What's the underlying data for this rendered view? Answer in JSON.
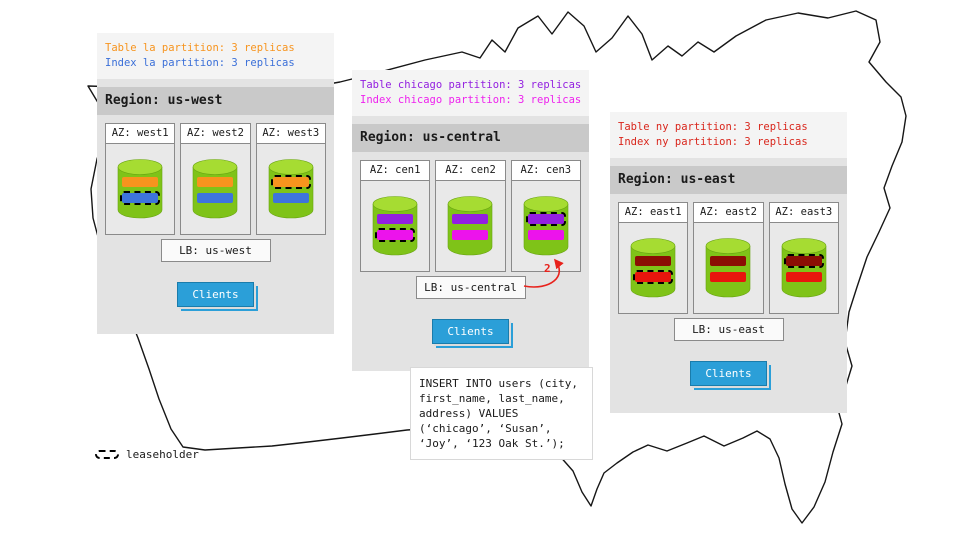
{
  "legend": {
    "label": "leaseholder"
  },
  "sql_note": "INSERT INTO users (city, first_name, last_name, address) VALUES (‘chicago’, ‘Susan’, ‘Joy’, ‘123 Oak St.’);",
  "arrow": {
    "label": "2",
    "color": "#e8221c"
  },
  "regions": [
    {
      "title": "Region: us-west",
      "notes": [
        {
          "text": "Table la partition: 3 replicas",
          "color": "#f7941e"
        },
        {
          "text": "Index la partition: 3 replicas",
          "color": "#3a6fd8"
        }
      ],
      "table_color": "#f7941e",
      "index_color": "#3e74dc",
      "lb": "LB: us-west",
      "clients": "Clients",
      "azs": [
        {
          "label": "AZ: west1",
          "table_lease": false,
          "index_lease": true
        },
        {
          "label": "AZ: west2",
          "table_lease": false,
          "index_lease": false
        },
        {
          "label": "AZ: west3",
          "table_lease": true,
          "index_lease": false
        }
      ]
    },
    {
      "title": "Region: us-central",
      "notes": [
        {
          "text": "Table chicago partition: 3 replicas",
          "color": "#9320e0"
        },
        {
          "text": "Index chicago partition: 3 replicas",
          "color": "#ee22ee"
        }
      ],
      "table_color": "#9320e0",
      "index_color": "#ec13ec",
      "lb": "LB: us-central",
      "clients": "Clients",
      "azs": [
        {
          "label": "AZ: cen1",
          "table_lease": false,
          "index_lease": true
        },
        {
          "label": "AZ: cen2",
          "table_lease": false,
          "index_lease": false
        },
        {
          "label": "AZ: cen3",
          "table_lease": true,
          "index_lease": false
        }
      ]
    },
    {
      "title": "Region: us-east",
      "notes": [
        {
          "text": "Table ny partition: 3 replicas",
          "color": "#d9261c"
        },
        {
          "text": "Index ny partition: 3 replicas",
          "color": "#d9261c"
        }
      ],
      "table_color": "#8b0e04",
      "index_color": "#e8150d",
      "lb": "LB: us-east",
      "clients": "Clients",
      "azs": [
        {
          "label": "AZ: east1",
          "table_lease": false,
          "index_lease": true
        },
        {
          "label": "AZ: east2",
          "table_lease": false,
          "index_lease": false
        },
        {
          "label": "AZ: east3",
          "table_lease": true,
          "index_lease": false
        }
      ]
    }
  ]
}
